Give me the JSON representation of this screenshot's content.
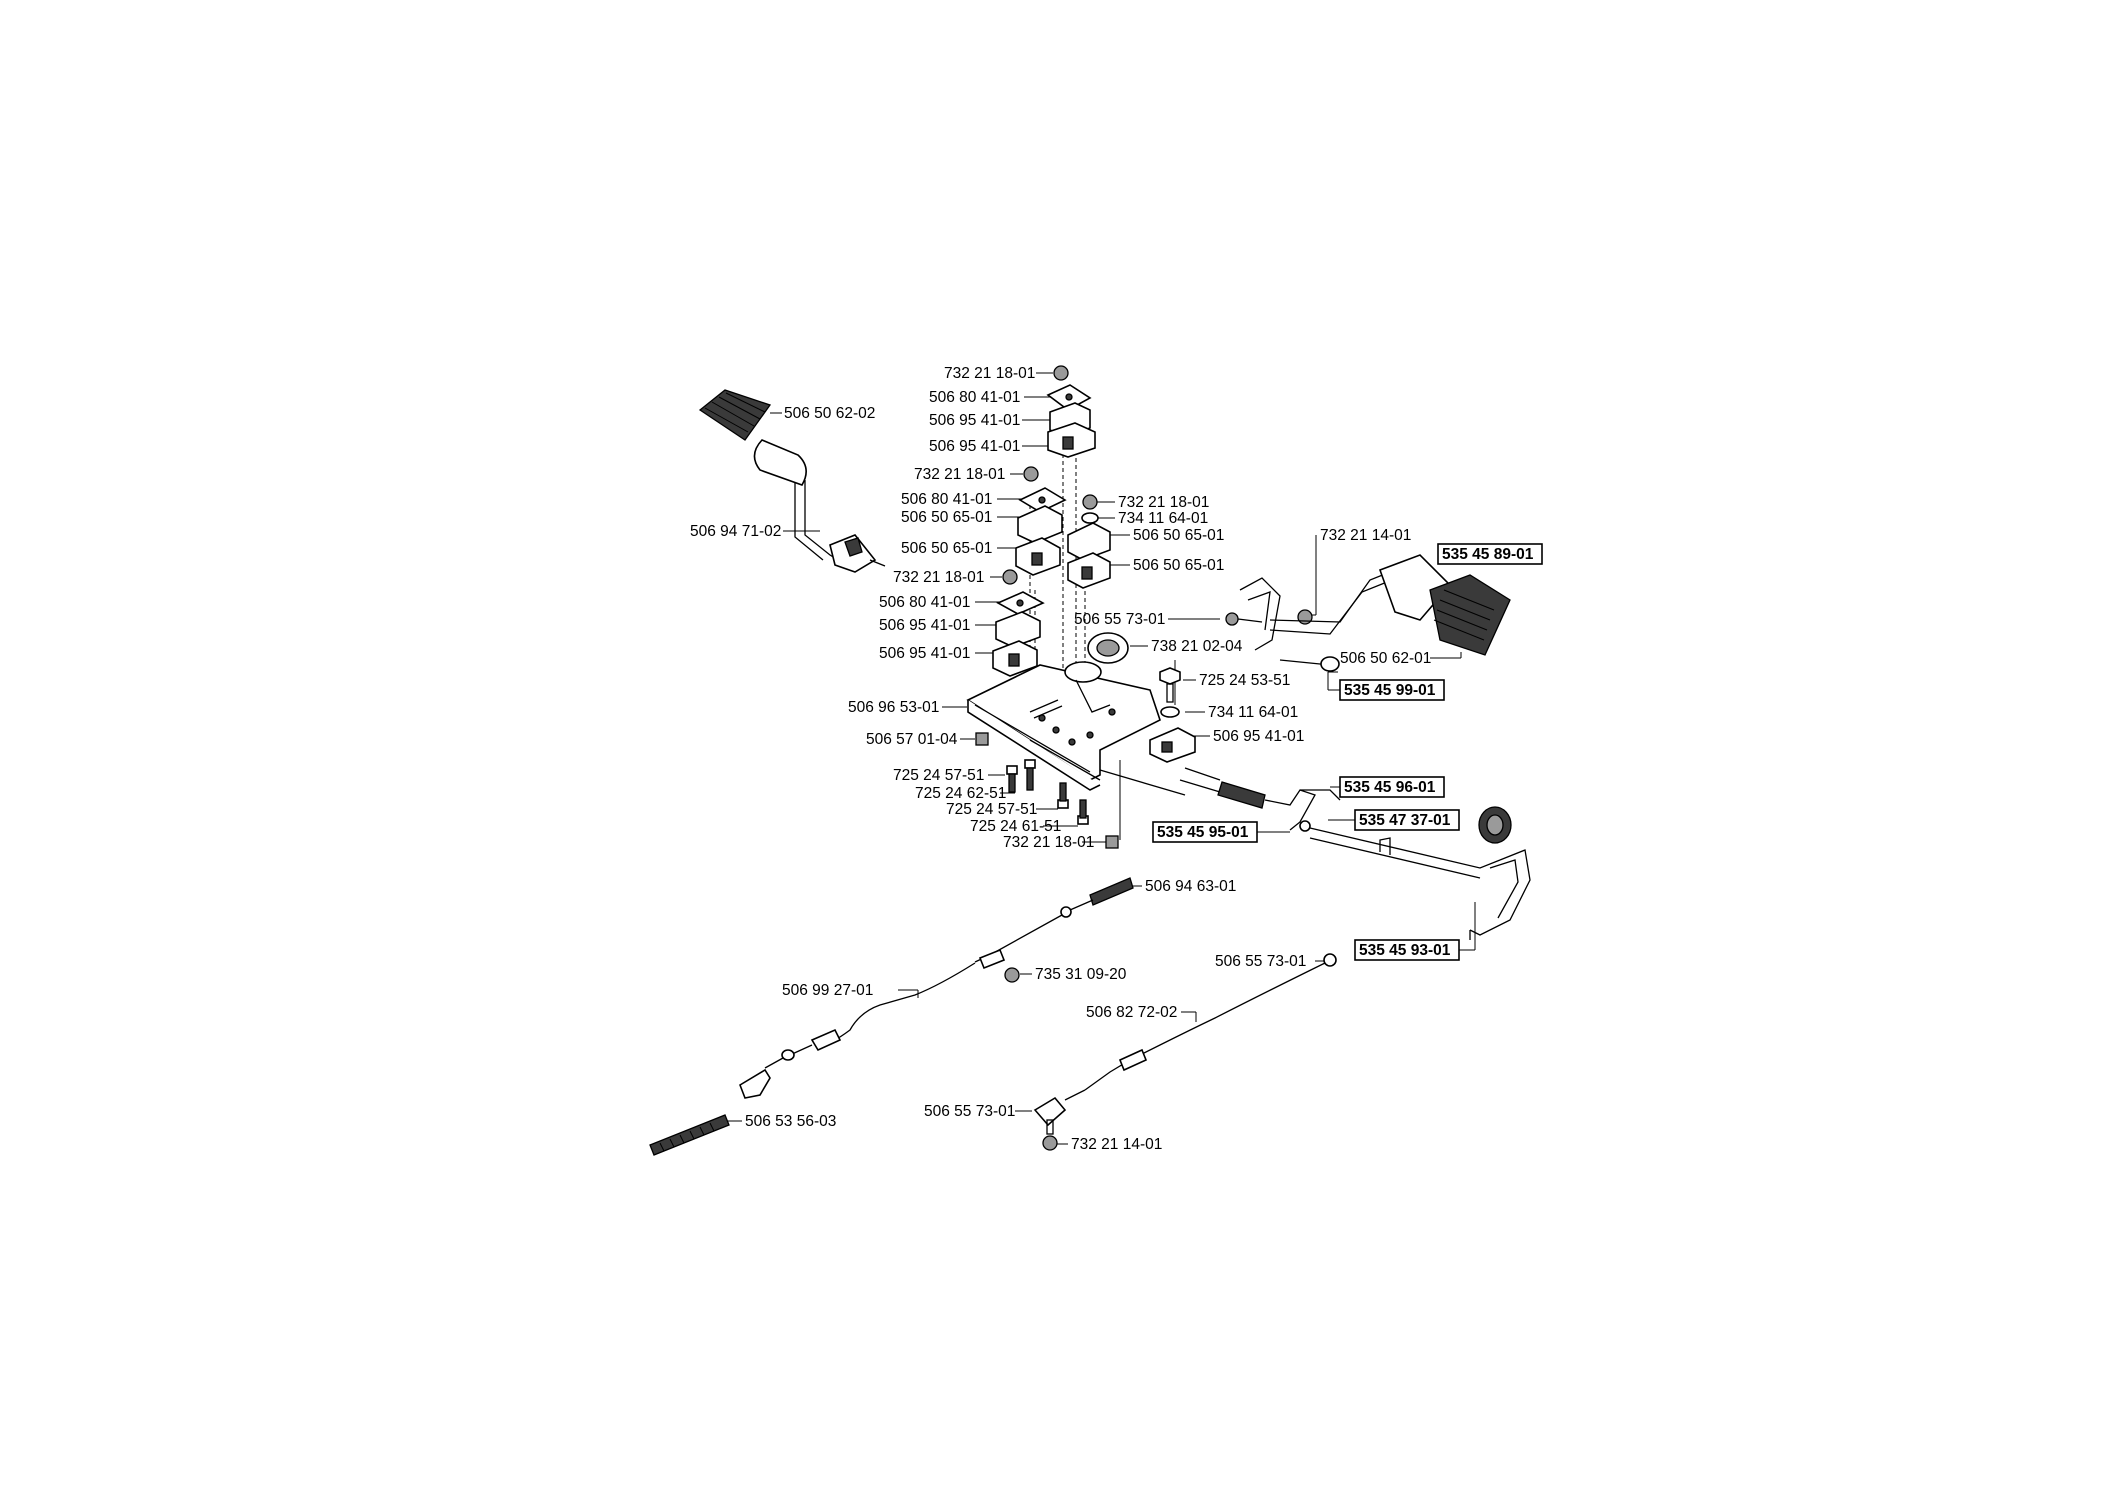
{
  "labels": {
    "l01": "732 21 18-01",
    "l02": "506 80 41-01",
    "l03": "506 95 41-01",
    "l04": "506 95 41-01",
    "l05": "732 21 18-01",
    "l06": "506 80 41-01",
    "l07": "506 50 65-01",
    "l08": "506 50 65-01",
    "l09": "732 21 18-01",
    "l10": "506 80 41-01",
    "l11": "506 95 41-01",
    "l12": "506 95 41-01",
    "l13": "732 21 18-01",
    "l14": "734 11 64-01",
    "l15": "506 50 65-01",
    "l16": "506 50 65-01",
    "l17": "506 50 62-02",
    "l18": "506 94 71-02",
    "l19": "738 21 02-04",
    "l20": "732 21 14-01",
    "l21": "535 45 89-01",
    "l22": "506 55 73-01",
    "l23": "506 50 62-01",
    "l24": "725 24 53-51",
    "l25": "535 45 99-01",
    "l26": "734 11 64-01",
    "l27": "506 95 41-01",
    "l28": "506 96 53-01",
    "l29": "506 57 01-04",
    "l30": "725 24 57-51",
    "l31": "725 24 62-51",
    "l32": "725 24 57-51",
    "l33": "725 24 61-51",
    "l34": "732 21 18-01",
    "l35": "535 45 96-01",
    "l36": "535 45 95-01",
    "l37": "535 47 37-01",
    "l38": "535 45 93-01",
    "l39": "506 94 63-01",
    "l40": "735 31 09-20",
    "l41": "506 99 27-01",
    "l42": "506 55 73-01",
    "l43": "506 82 72-02",
    "l44": "506 53 56-03",
    "l45": "506 55 73-01",
    "l46": "732 21 14-01"
  }
}
